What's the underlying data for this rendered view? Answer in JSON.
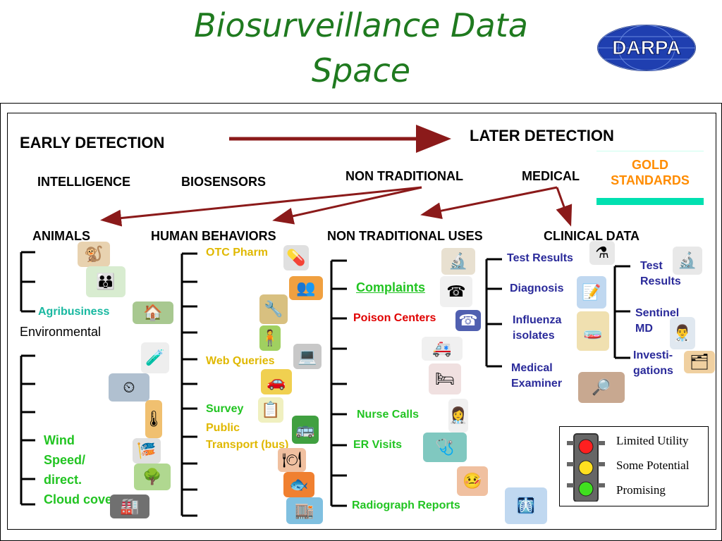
{
  "title": {
    "line1": "Biosurveillance Data",
    "line2": "Space"
  },
  "logo": {
    "text": "DARPA",
    "icon": "darpa-globe-logo"
  },
  "headers": {
    "early": "EARLY DETECTION",
    "later": "LATER DETECTION"
  },
  "gold": {
    "line1": "GOLD",
    "line2": "STANDARDS"
  },
  "sources": {
    "intelligence": "INTELLIGENCE",
    "biosensors": "BIOSENSORS",
    "non_traditional": "NON TRADITIONAL",
    "medical": "MEDICAL"
  },
  "categories": {
    "animals": "ANIMALS",
    "human_behaviors": "HUMAN BEHAVIORS",
    "non_traditional_uses": "NON TRADITIONAL USES",
    "clinical_data": "CLINICAL DATA"
  },
  "animals_col": {
    "agribusiness": "Agribusiness",
    "environmental": "Environmental",
    "wind": [
      "Wind",
      "Speed/",
      "direct.",
      "Cloud cover"
    ]
  },
  "human_col": {
    "otc": "OTC Pharm",
    "web": "Web Queries",
    "survey": "Survey",
    "public": "Public",
    "transport": "Transport (bus)"
  },
  "ntu_col": {
    "complaints": "Complaints",
    "poison": "Poison Centers",
    "nurse": "Nurse Calls",
    "er": "ER Visits",
    "radiograph": "Radiograph Reports"
  },
  "clinical_col": {
    "test": "Test Results",
    "diagnosis": "Diagnosis",
    "influenza": [
      "Influenza",
      "isolates"
    ],
    "examiner": [
      "Medical",
      "Examiner"
    ]
  },
  "gold_col": {
    "test": [
      "Test",
      "Results"
    ],
    "sentinel": [
      "Sentinel",
      "MD"
    ],
    "invest": [
      "Investi-",
      "gations"
    ]
  },
  "legend": {
    "limited": "Limited Utility",
    "some": "Some Potential",
    "promising": "Promising"
  },
  "colors": {
    "title": "#1f7a1f",
    "arrow": "#8b1a1a",
    "gold": "#ff8c00",
    "gold_bar": "#00e0b0",
    "green_label": "#22c422",
    "yellow_label": "#e0b800",
    "red_label": "#e00000",
    "blue_label": "#2a2a9a"
  }
}
